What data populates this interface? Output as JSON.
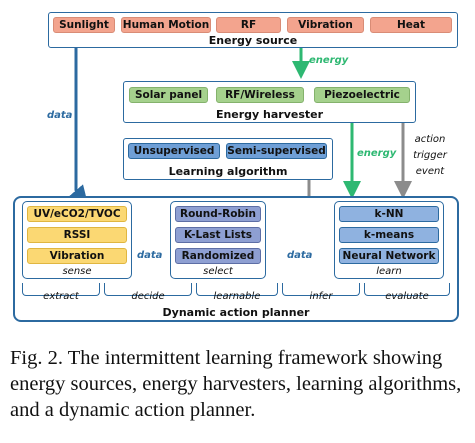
{
  "energy_source": {
    "title": "Energy source",
    "items": [
      "Sunlight",
      "Human Motion",
      "RF",
      "Vibration",
      "Heat"
    ]
  },
  "energy_harvester": {
    "title": "Energy harvester",
    "items": [
      "Solar panel",
      "RF/Wireless",
      "Piezoelectric"
    ]
  },
  "learning_algorithm": {
    "title": "Learning algorithm",
    "items": [
      "Unsupervised",
      "Semi-supervised"
    ]
  },
  "planner": {
    "title": "Dynamic action planner",
    "sense": {
      "label": "sense",
      "items": [
        "UV/eCO2/TVOC",
        "RSSI",
        "Vibration"
      ]
    },
    "select": {
      "label": "select",
      "items": [
        "Round-Robin",
        "K-Last Lists",
        "Randomized"
      ]
    },
    "learn": {
      "label": "learn",
      "items": [
        "k-NN",
        "k-means",
        "Neural Network"
      ]
    },
    "segments": [
      "extract",
      "decide",
      "learnable",
      "infer",
      "evaluate"
    ]
  },
  "edge_labels": {
    "energy_top": "energy",
    "energy_right": "energy",
    "data_left": "data",
    "data_mid": "data",
    "data_right": "data",
    "action_trigger": [
      "action",
      "trigger",
      "event"
    ]
  },
  "caption": "Fig. 2.  The intermittent learning framework showing energy sources, energy harvesters, learning algorithms, and a dynamic action planner.",
  "colors": {
    "source": "#f3a48e",
    "harvester": "#a5d18d",
    "algorithm": "#6f9fd6",
    "sense": "#fbd873",
    "select": "#8e9fd2",
    "energy_arrow": "#2eb872",
    "data_arrow": "#2c6aa0",
    "trigger_arrow": "#8c8c8c"
  }
}
